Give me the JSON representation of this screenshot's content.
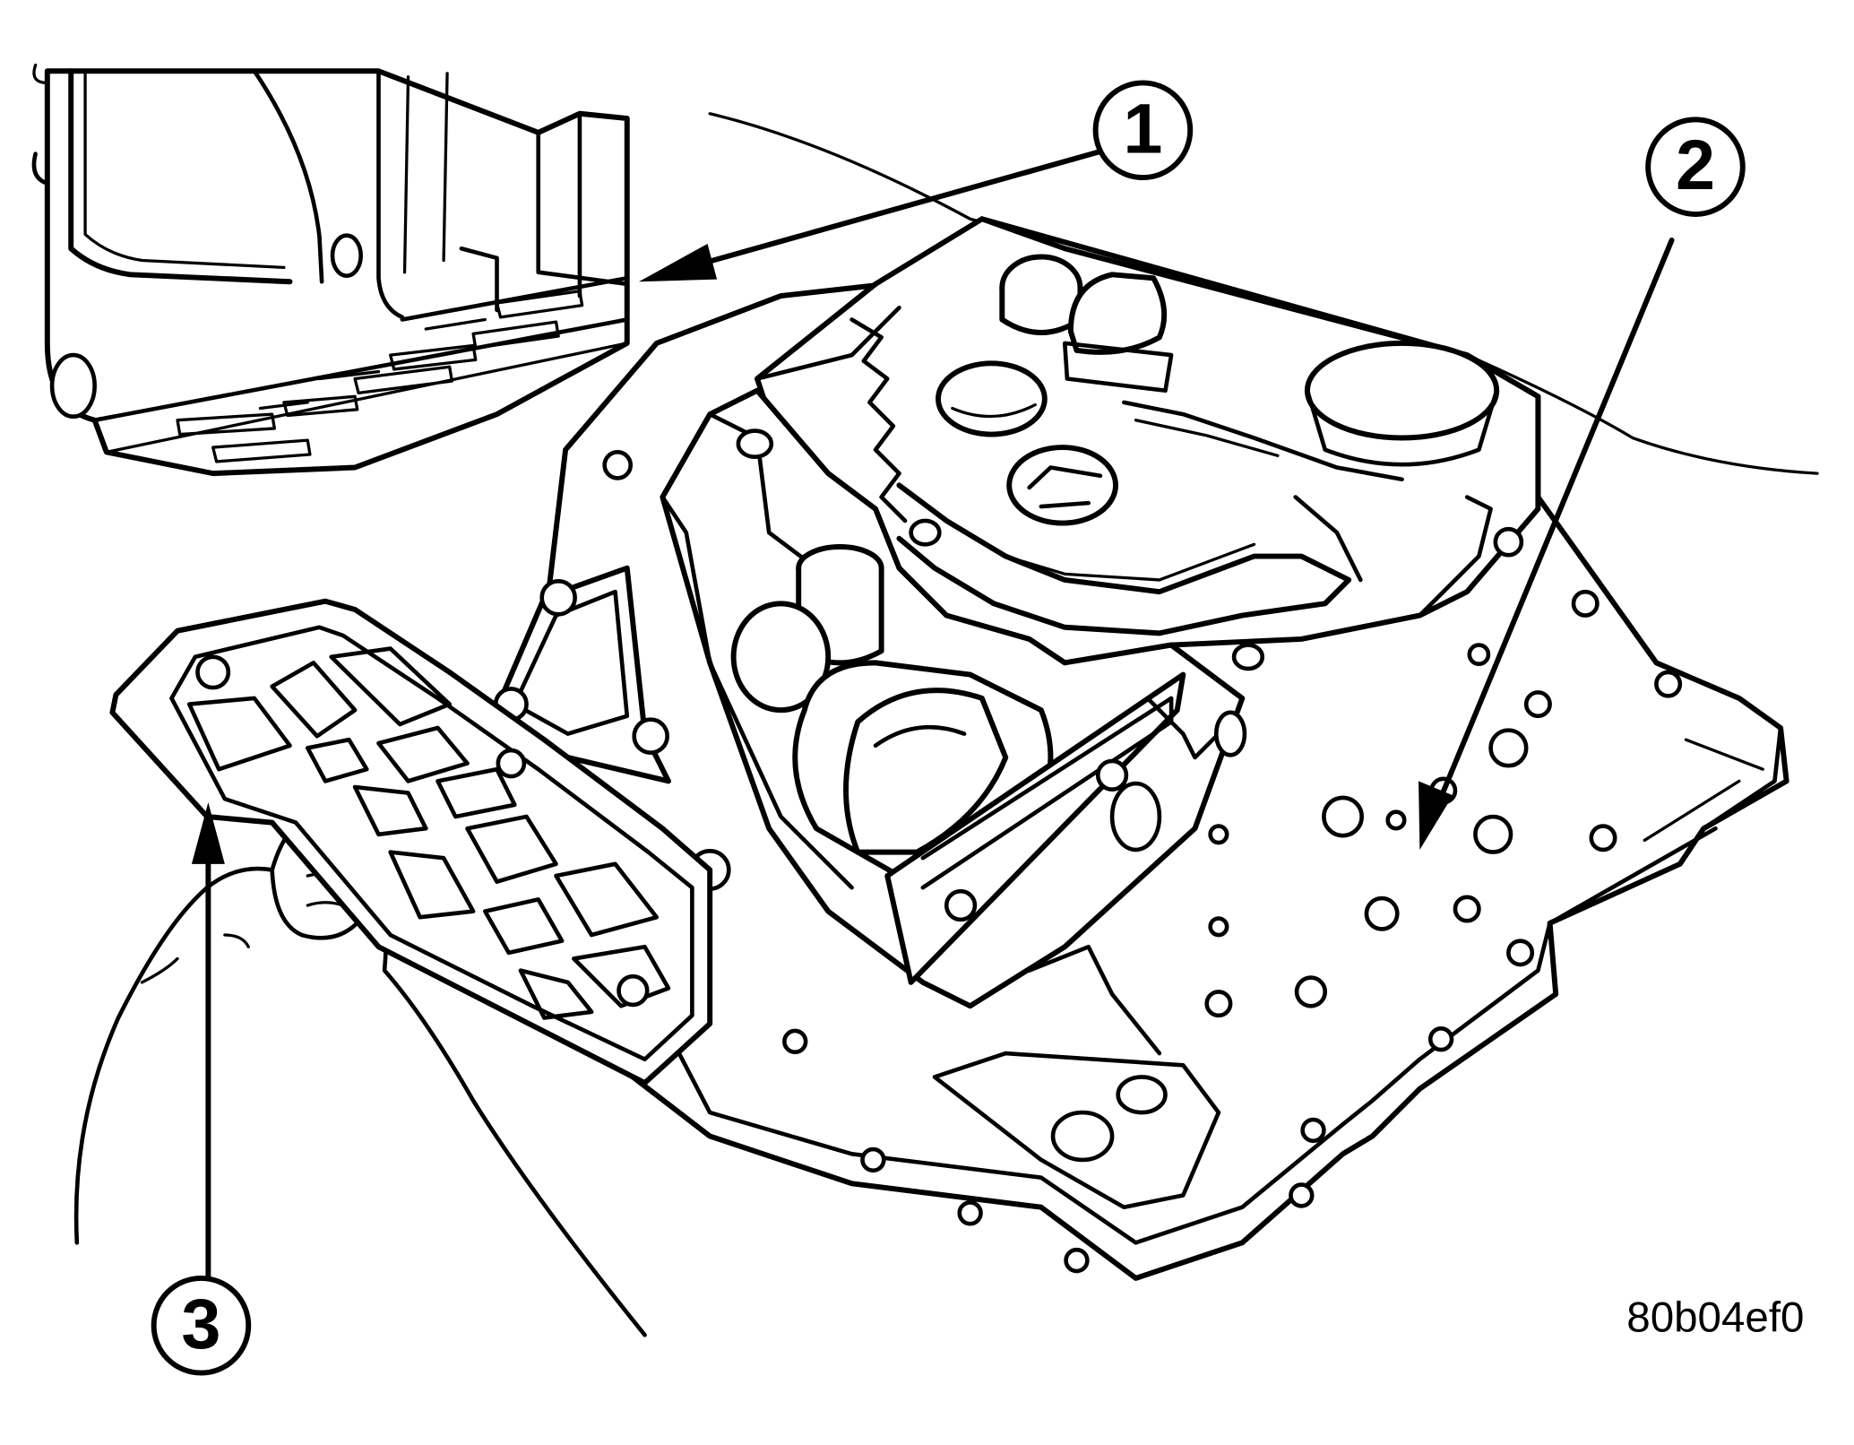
{
  "callouts": [
    {
      "number": "1"
    },
    {
      "number": "2"
    },
    {
      "number": "3"
    }
  ],
  "figure_code": "80b04ef0"
}
